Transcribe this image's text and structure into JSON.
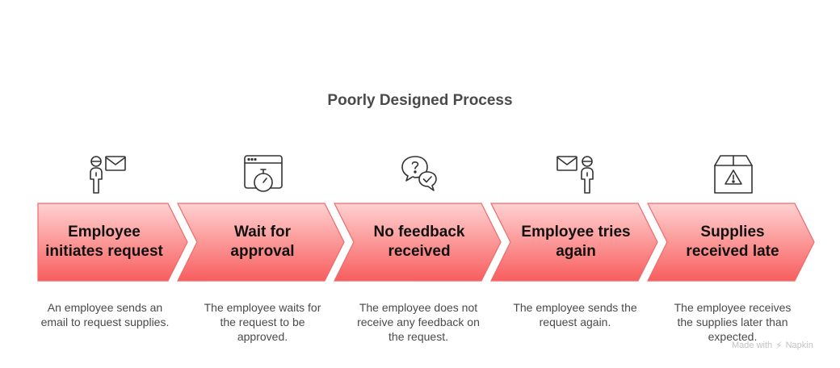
{
  "title": "Poorly Designed Process",
  "colors": {
    "arrow_fill_top": "#ffd1d1",
    "arrow_fill_bottom": "#f85e5e",
    "arrow_stroke": "#ef6a6a",
    "icon_stroke": "#333333"
  },
  "steps": [
    {
      "label": "Employee initiates request",
      "description": "An employee sends an email to request supplies.",
      "icon": "person-with-envelope-icon"
    },
    {
      "label": "Wait for approval",
      "description": "The employee waits for the request to be approved.",
      "icon": "browser-stopwatch-icon"
    },
    {
      "label": "No feedback received",
      "description": "The employee does not receive any feedback on the request.",
      "icon": "question-chat-bubbles-icon"
    },
    {
      "label": "Employee tries again",
      "description": "The employee sends the request again.",
      "icon": "envelope-with-person-icon"
    },
    {
      "label": "Supplies received late",
      "description": "The employee receives the supplies later than expected.",
      "icon": "warning-box-icon"
    }
  ],
  "watermark": {
    "prefix": "Made with",
    "brand": "Napkin",
    "icon": "napkin-logo-icon"
  }
}
